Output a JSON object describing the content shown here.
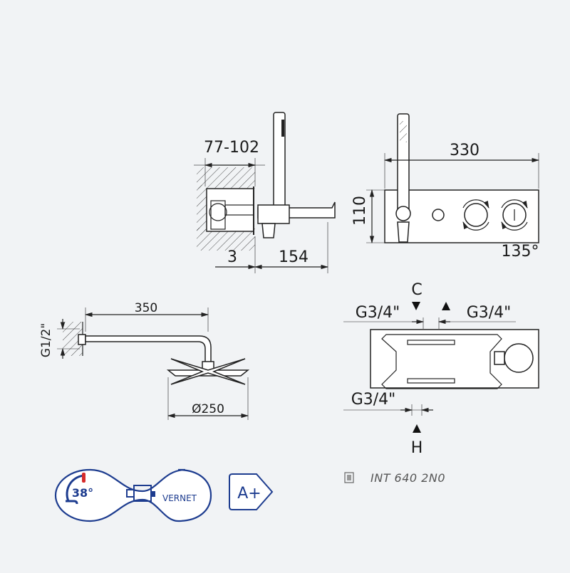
{
  "side_view": {
    "depth_label": "77-102",
    "offset_label": "3",
    "spout_label": "154"
  },
  "front_view": {
    "width_label": "330",
    "height_label": "110",
    "rotation_label": "135°"
  },
  "shower_arm": {
    "length_label": "350",
    "thread_label": "G1/2\"",
    "head_label": "Ø250"
  },
  "connections": {
    "top_left_thread": "G3/4\"",
    "top_right_thread": "G3/4\"",
    "bottom_thread": "G3/4\"",
    "cold_label": "C",
    "hot_label": "H"
  },
  "badges": {
    "temperature": "38°",
    "brand": "VERNET",
    "energy_class": "A+"
  },
  "product_code": "INT 640 2N0"
}
